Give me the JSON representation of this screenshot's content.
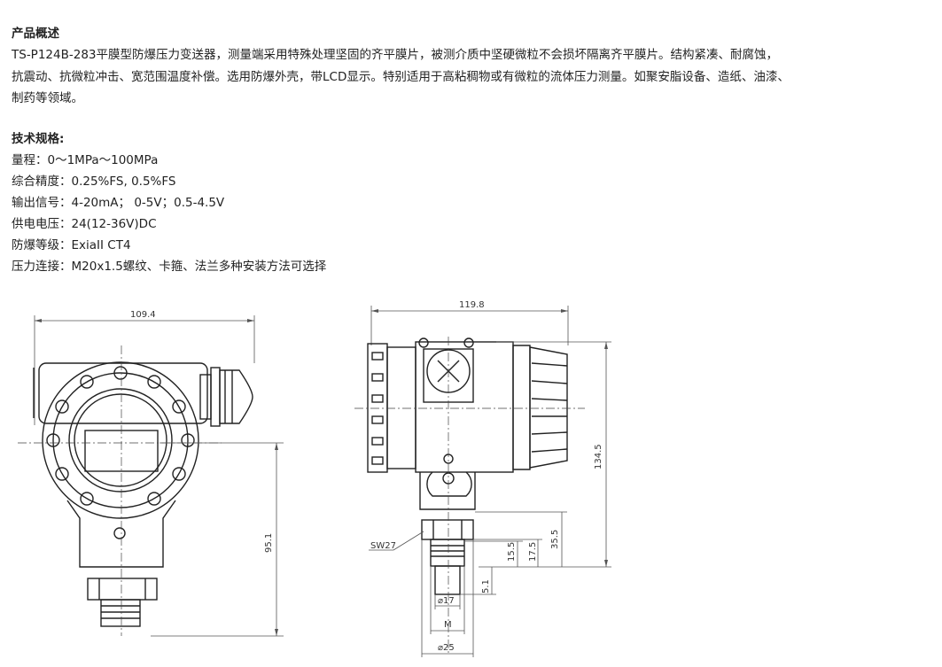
{
  "intro": {
    "heading": "产品概述",
    "lines": [
      " TS-P124B-283平膜型防爆压力变送器，测量端采用特殊处理坚固的齐平膜片，被测介质中坚硬微粒不会损坏隔离齐平膜片。结构紧凑、耐腐蚀，",
      "抗震动、抗微粒冲击、宽范围温度补偿。选用防爆外壳，带LCD显示。特别适用于高粘稠物或有微粒的流体压力测量。如聚安脂设备、造纸、油漆、",
      "制药等领域。"
    ]
  },
  "specs": {
    "heading": "技术规格:",
    "items": [
      " 量程：0～1MPa～100MPa",
      " 综合精度：0.25%FS, 0.5%FS",
      "输出信号：4-20mA； 0-5V；0.5-4.5V",
      " 供电电压：24(12-36V)DC",
      " 防爆等级：ExiaII CT4",
      " 压力连接：M20x1.5螺纹、卡箍、法兰多种安装方法可选择"
    ]
  },
  "drawing": {
    "front": {
      "width_dim": "109.4",
      "height_dim": "95.1"
    },
    "side": {
      "width_dim": "119.8",
      "height_dim": "134.5",
      "dim_35_5": "35.5",
      "dim_17_5": "17.5",
      "dim_15_5": "15.5",
      "dim_5_1": "5.1",
      "wrench": "SW27",
      "dia_17": "⌀17",
      "thread": "M",
      "dia_25": "⌀25"
    }
  }
}
